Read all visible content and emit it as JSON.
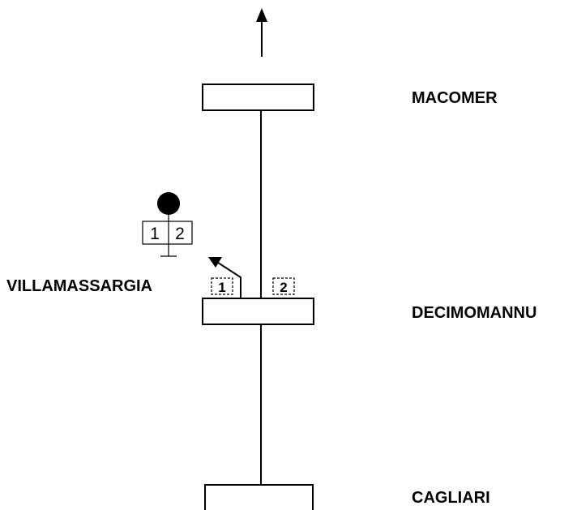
{
  "stations": {
    "macomer": "MACOMER",
    "decimomannu": "DECIMOMANNU",
    "cagliari": "CAGLIARI",
    "villamassargia": "VILLAMASSARGIA"
  },
  "platforms": {
    "left": "1",
    "right": "2"
  },
  "signal": {
    "left_track": "1",
    "right_track": "2"
  },
  "colors": {
    "line": "#000000",
    "background": "#ffffff"
  }
}
